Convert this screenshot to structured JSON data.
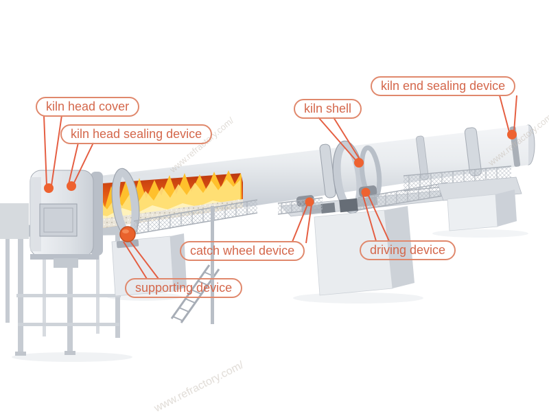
{
  "labels": [
    {
      "id": "kiln-head-cover",
      "text": "kiln head cover"
    },
    {
      "id": "kiln-head-sealing-device",
      "text": "kiln head sealing device"
    },
    {
      "id": "kiln-shell",
      "text": "kiln shell"
    },
    {
      "id": "kiln-end-sealing-device",
      "text": "kiln end sealing device"
    },
    {
      "id": "catch-wheel-device",
      "text": "catch wheel device"
    },
    {
      "id": "driving-device",
      "text": "driving device"
    },
    {
      "id": "supporting-device",
      "text": "supporting device"
    }
  ],
  "watermark": {
    "text": "www.refractory.com/"
  },
  "colors": {
    "background": "#ffffff",
    "label_border": "#e0886c",
    "label_text": "#d4674b",
    "pointer_line": "#e45638",
    "pointer_dot": "#ee6230",
    "flame_deep": "#b5330f",
    "flame_mid": "#f07c1d",
    "flame_bright": "#ffc02c",
    "flame_core": "#fff6c8",
    "machine_light": "#eceff2",
    "machine_mid": "#c7ccd4",
    "machine_dark": "#9aa1ab"
  }
}
